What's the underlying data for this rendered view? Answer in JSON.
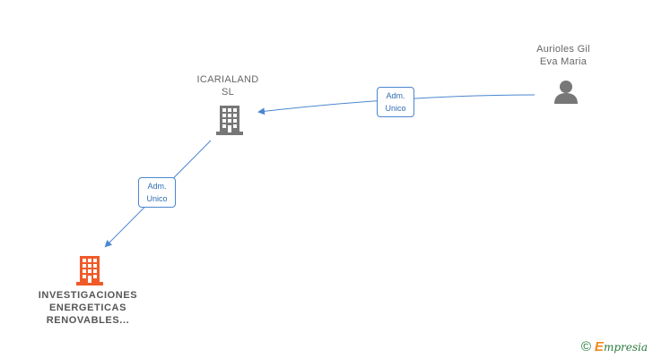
{
  "nodes": {
    "icarialand": {
      "line1": "ICARIALAND",
      "line2": "SL",
      "color": "#777777",
      "icon": "building-icon"
    },
    "person": {
      "line1": "Aurioles Gil",
      "line2": "Eva Maria",
      "color": "#777777",
      "icon": "person-icon"
    },
    "investigaciones": {
      "line1": "INVESTIGACIONES",
      "line2": "ENERGETICAS",
      "line3": "RENOVABLES...",
      "color": "#f05a28",
      "icon": "building-icon"
    }
  },
  "edges": [
    {
      "from": "person",
      "to": "icarialand",
      "label_line1": "Adm.",
      "label_line2": "Unico"
    },
    {
      "from": "icarialand",
      "to": "investigaciones",
      "label_line1": "Adm.",
      "label_line2": "Unico"
    }
  ],
  "colors": {
    "edge": "#4a86d0"
  },
  "brand": {
    "copyright": "©",
    "e": "E",
    "rest": "mpresia"
  }
}
